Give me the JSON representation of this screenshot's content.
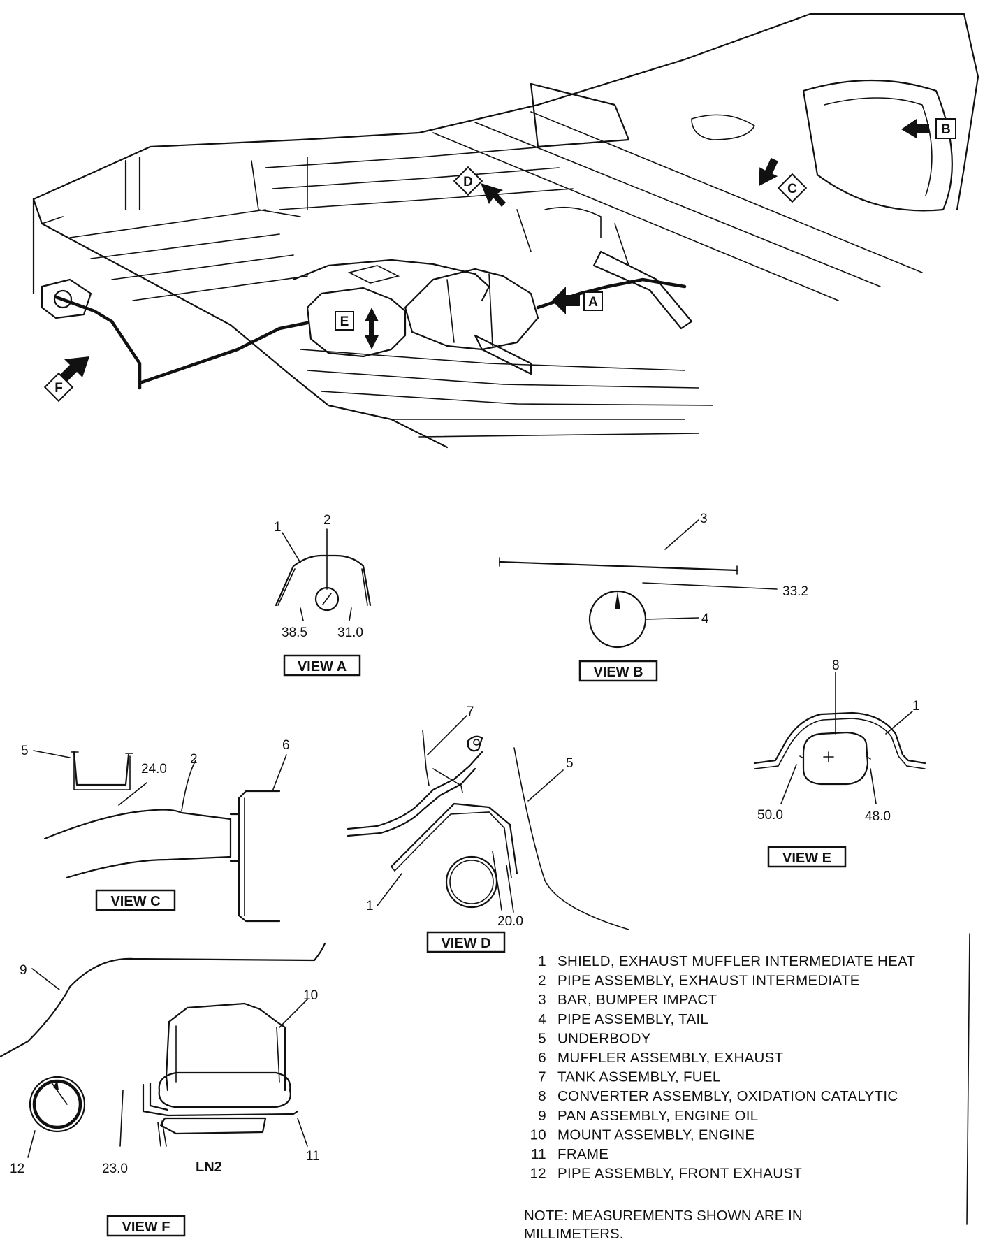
{
  "view_arrows": {
    "a": "A",
    "b": "B",
    "c": "C",
    "d": "D",
    "e": "E",
    "f": "F"
  },
  "views": {
    "a": {
      "label": "VIEW A",
      "callouts": [
        "1",
        "2"
      ],
      "measurements": [
        "38.5",
        "31.0"
      ]
    },
    "b": {
      "label": "VIEW B",
      "callouts": [
        "3",
        "4"
      ],
      "measurements": [
        "33.2"
      ]
    },
    "c": {
      "label": "VIEW C",
      "callouts": [
        "5",
        "2",
        "6"
      ],
      "measurements": [
        "24.0"
      ]
    },
    "d": {
      "label": "VIEW D",
      "callouts": [
        "7",
        "5",
        "1"
      ],
      "measurements": [
        "20.0"
      ]
    },
    "e": {
      "label": "VIEW E",
      "callouts": [
        "8",
        "1"
      ],
      "measurements": [
        "50.0",
        "48.0"
      ]
    },
    "f": {
      "label": "VIEW F",
      "callouts": [
        "9",
        "10",
        "11",
        "12"
      ],
      "measurements": [
        "23.0"
      ],
      "engine_code": "LN2"
    }
  },
  "legend": [
    {
      "num": "1",
      "text": "SHIELD, EXHAUST MUFFLER INTERMEDIATE HEAT"
    },
    {
      "num": "2",
      "text": "PIPE ASSEMBLY, EXHAUST INTERMEDIATE"
    },
    {
      "num": "3",
      "text": "BAR, BUMPER IMPACT"
    },
    {
      "num": "4",
      "text": "PIPE ASSEMBLY, TAIL"
    },
    {
      "num": "5",
      "text": "UNDERBODY"
    },
    {
      "num": "6",
      "text": "MUFFLER ASSEMBLY, EXHAUST"
    },
    {
      "num": "7",
      "text": "TANK ASSEMBLY, FUEL"
    },
    {
      "num": "8",
      "text": "CONVERTER ASSEMBLY, OXIDATION CATALYTIC"
    },
    {
      "num": "9",
      "text": "PAN ASSEMBLY, ENGINE OIL"
    },
    {
      "num": "10",
      "text": "MOUNT ASSEMBLY, ENGINE"
    },
    {
      "num": "11",
      "text": "FRAME"
    },
    {
      "num": "12",
      "text": "PIPE ASSEMBLY, FRONT EXHAUST"
    }
  ],
  "note": {
    "line1": "NOTE: MEASUREMENTS SHOWN ARE IN",
    "line2": "MILLIMETERS."
  }
}
